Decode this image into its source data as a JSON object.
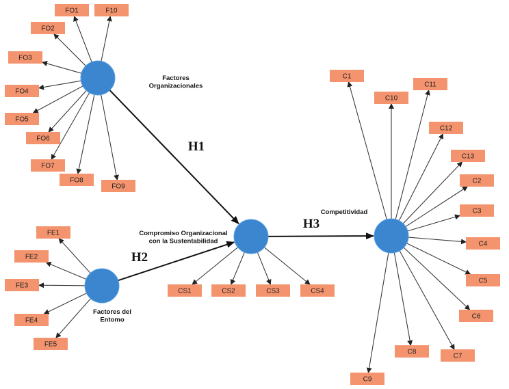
{
  "colors": {
    "construct_fill": "#3b86cf",
    "indicator_fill": "#f4946e",
    "arrow": "#3a3a3a",
    "path": "#111111"
  },
  "constructs": [
    {
      "id": "FO",
      "label_lines": [
        "Factores",
        "Organizacionales"
      ]
    },
    {
      "id": "FE",
      "label_lines": [
        "Factores del",
        "Entomo"
      ]
    },
    {
      "id": "CS",
      "label_lines": [
        "Compromiso Organizacional",
        "con la Sustentabilidad"
      ]
    },
    {
      "id": "C",
      "label_lines": [
        "Competitividad"
      ]
    }
  ],
  "indicators": {
    "FO": [
      "FO1",
      "F10",
      "FO2",
      "FO3",
      "FO4",
      "FO5",
      "FO6",
      "FO7",
      "FO8",
      "FO9"
    ],
    "FE": [
      "FE1",
      "FE2",
      "FE3",
      "FE4",
      "FE5"
    ],
    "CS": [
      "CS1",
      "CS2",
      "CS3",
      "CS4"
    ],
    "C": [
      "C1",
      "C10",
      "C11",
      "C12",
      "C13",
      "C2",
      "C3",
      "C4",
      "C5",
      "C6",
      "C7",
      "C8",
      "C9"
    ]
  },
  "hypotheses": [
    {
      "label": "H1",
      "from": "FO",
      "to": "CS"
    },
    {
      "label": "H2",
      "from": "FE",
      "to": "CS"
    },
    {
      "label": "H3",
      "from": "CS",
      "to": "C"
    }
  ]
}
